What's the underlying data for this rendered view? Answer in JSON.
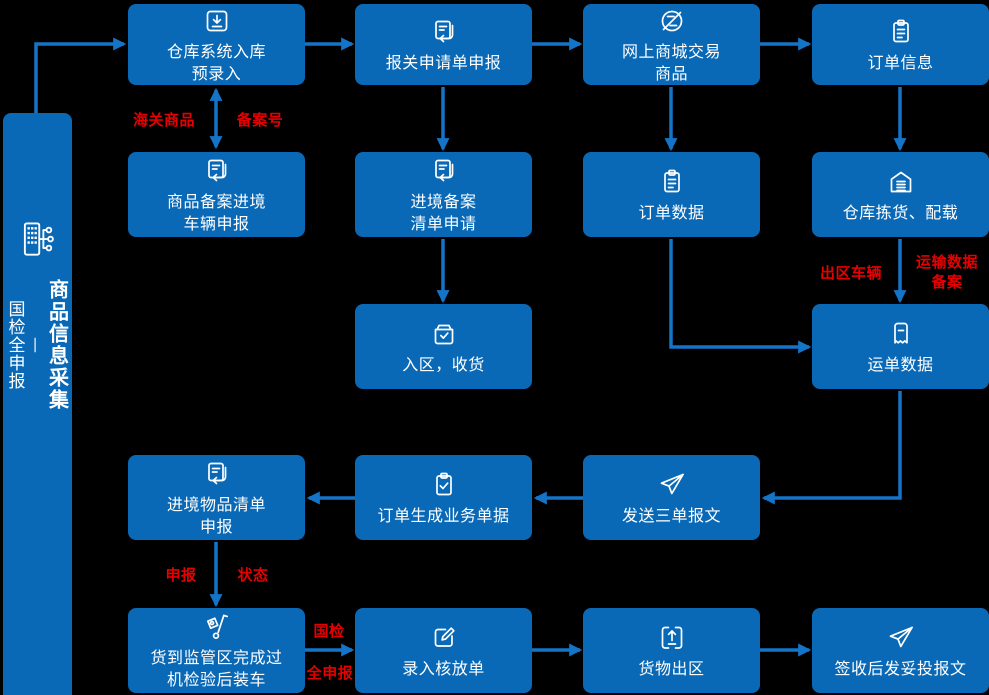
{
  "colors": {
    "background": "#000000",
    "node_fill": "#0a69b6",
    "arrow": "#1474c8",
    "edge_label": "#e60000",
    "text": "#ffffff"
  },
  "sidebar": {
    "icon": "building-orgchart-icon",
    "title": "商品信息采集",
    "separator": "—",
    "subtitle": "国检全申报"
  },
  "nodes": [
    {
      "label": "仓库系统入库\n预录入",
      "icon": "download-icon"
    },
    {
      "label": "报关申请单申报",
      "icon": "doc-return-icon"
    },
    {
      "label": "网上商城交易\n商品",
      "icon": "circle-z-icon"
    },
    {
      "label": "订单信息",
      "icon": "clipboard-icon"
    },
    {
      "label": "商品备案进境\n车辆申报",
      "icon": "doc-return-icon"
    },
    {
      "label": "进境备案\n清单申请",
      "icon": "doc-return-icon"
    },
    {
      "label": "订单数据",
      "icon": "clipboard-icon"
    },
    {
      "label": "仓库拣货、配载",
      "icon": "warehouse-icon"
    },
    {
      "label": "入区，收货",
      "icon": "box-check-icon"
    },
    {
      "label": "运单数据",
      "icon": "waybill-icon"
    },
    {
      "label": "进境物品清单\n申报",
      "icon": "doc-return-icon"
    },
    {
      "label": "订单生成业务单据",
      "icon": "clipboard-check-icon"
    },
    {
      "label": "发送三单报文",
      "icon": "paper-plane-icon"
    },
    {
      "label": "货到监管区完成过\n机检验后装车",
      "icon": "trolley-icon"
    },
    {
      "label": "录入核放单",
      "icon": "edit-icon"
    },
    {
      "label": "货物出区",
      "icon": "upload-icon"
    },
    {
      "label": "签收后发妥投报文",
      "icon": "paper-plane-icon"
    }
  ],
  "edge_labels": {
    "customs_goods": "海关商品",
    "record_number": "备案号",
    "exit_vehicle": "出区车辆",
    "transport_data_record": "运输数据\n备案",
    "declare": "申报",
    "status": "状态",
    "inspection": "国检",
    "full_declaration": "全申报"
  }
}
